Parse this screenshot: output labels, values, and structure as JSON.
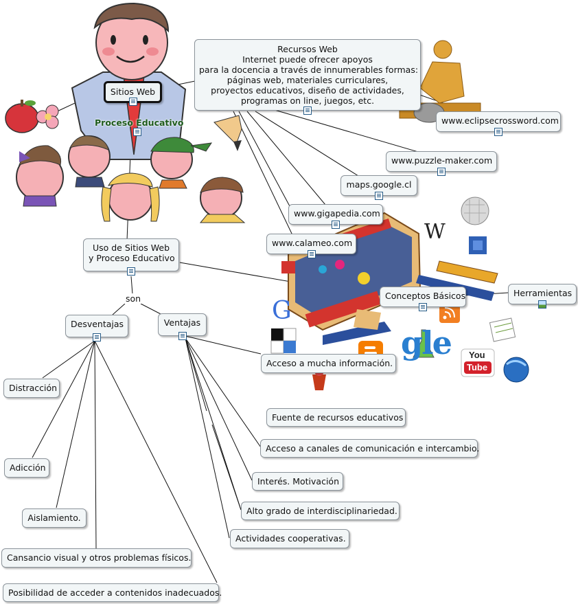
{
  "nodes": {
    "sitios_web": "Sitios Web",
    "proceso_educativo": "Proceso Educativo",
    "recursos_web": {
      "line1": "Recursos  Web",
      "line2": "Internet puede ofrecer apoyos",
      "line3": "para la docencia a través de innumerables formas:",
      "line4": "páginas web, materiales curriculares,",
      "line5": "proyectos educativos, diseño de actividades,",
      "line6": "programas on line, juegos, etc."
    },
    "eclipsecrossword": "www.eclipsecrossword.com",
    "puzzle_maker": "www.puzzle-maker.com",
    "maps_google": "maps.google.cl",
    "gigapedia": "www.gigapedia.com",
    "calameo": "www.calameo.com",
    "uso_sitios": {
      "line1": "Uso de Sitios Web",
      "line2": "y Proceso Educativo"
    },
    "son": "son",
    "conceptos_basicos": "Conceptos Básicos",
    "herramientas": "Herramientas",
    "desventajas": "Desventajas",
    "ventajas": "Ventajas",
    "acceso_informacion": "Acceso a mucha información.",
    "fuente_recursos": "Fuente de recursos educativos",
    "acceso_canales": "Acceso a canales de comunicación e intercambio.",
    "interes": "Interés. Motivación",
    "interdisciplinariedad": "Alto grado de interdisciplinariedad.",
    "cooperativas": "Actividades cooperativas.",
    "distraccion": "Distracción",
    "adiccion": "Adicción",
    "aislamiento": "Aislamiento.",
    "cansancio": "Cansancio visual y otros problemas físicos.",
    "contenidos": "Posibilidad de acceder a contenidos inadecuados."
  },
  "art": {
    "wiki_letter": "W",
    "google_letter": "G",
    "gle_text": "gle",
    "youtube_you": "You",
    "youtube_tube": "Tube"
  },
  "colors": {
    "node_fill": "#f2f6f7",
    "node_border": "#8a9299",
    "line": "#111111",
    "green_label": "#1d5b1d",
    "icon_blue": "#245a86"
  }
}
